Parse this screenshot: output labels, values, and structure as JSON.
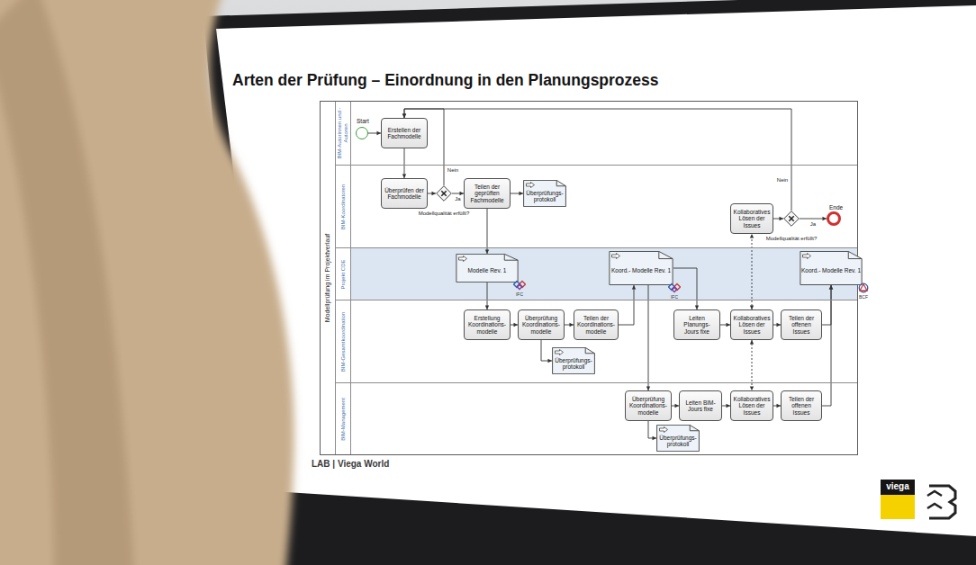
{
  "diagram": {
    "title": "Arten der Prüfung – Einordnung in den Planungsprozess",
    "nodes": [
      {
        "text": [
          "Modellprüfung im Projektverlauf"
        ]
      },
      {
        "text": [
          "BIM-Autorinnen und -Autoren"
        ],
        "in": 0
      },
      {
        "text": [
          "BIM-Koordinatoren"
        ],
        "in": 0
      },
      {
        "text": [
          "Projekt CDE"
        ],
        "in": 0
      },
      {
        "text": [
          "BIM-Gesamtkoordination"
        ],
        "in": 0
      },
      {
        "text": [
          "BIM-Management"
        ],
        "in": 0
      },
      {
        "text": [
          "Start"
        ],
        "in": 1
      },
      {
        "text": [
          "Erstellen der Fachmodelle"
        ],
        "in": 1
      },
      {
        "text": [
          "Überprüfen der Fachmodelle"
        ],
        "in": 2
      },
      {
        "text": [
          "Modellqualität erfüllt?"
        ],
        "in": 2
      },
      {
        "text": [
          "Teilen der geprüften Fachmodelle"
        ],
        "in": 2
      },
      {
        "text": [
          "Überprüfungs- protokoll"
        ],
        "in": 2
      },
      {
        "text": [
          "Kollaboratives Lösen der Issues"
        ],
        "in": 2
      },
      {
        "text": [
          "Modellqualität erfüllt?"
        ],
        "in": 2
      },
      {
        "text": [
          "Ende"
        ],
        "in": 2
      },
      {
        "text": [
          "Modelle Rev. 1"
        ],
        "in": 3
      },
      {
        "text": [
          "Koord.- Modelle Rev. 1"
        ],
        "in": 3
      },
      {
        "text": [
          "Koord.- Modelle Rev. 1"
        ],
        "in": 3
      },
      {
        "text": [
          "Erstellung Koordinations- modelle"
        ],
        "in": 4
      },
      {
        "text": [
          "Überprüfung Koordinations- modelle"
        ],
        "in": 4
      },
      {
        "text": [
          "Überprüfungs- protokoll"
        ],
        "in": 4
      },
      {
        "text": [
          "Teilen der Koordinations- modelle"
        ],
        "in": 4
      },
      {
        "text": [
          "Leiten Planungs- Jours fixe"
        ],
        "in": 4
      },
      {
        "text": [
          "Kollaboratives Lösen der Issues"
        ],
        "in": 4
      },
      {
        "text": [
          "Teilen der offenen Issues"
        ],
        "in": 4
      },
      {
        "text": [
          "Überprüfung Koordinations- modelle"
        ],
        "in": 5
      },
      {
        "text": [
          "Überprüfungs- protokoll"
        ],
        "in": 5
      },
      {
        "text": [
          "Leiten BIM- Jours fixe"
        ],
        "in": 5
      },
      {
        "text": [
          "Kollaboratives Lösen der Issues"
        ],
        "in": 5
      },
      {
        "text": [
          "Teilen der offenen Issues"
        ],
        "in": 5
      }
    ],
    "edges": [
      {
        "from": 6,
        "to": 7,
        "arrow": "to"
      },
      {
        "from": 7,
        "to": 8,
        "arrow": "to"
      },
      {
        "from": 8,
        "to": 9,
        "arrow": "to"
      },
      {
        "from": 9,
        "to": 10,
        "label": "Ja",
        "arrow": "to"
      },
      {
        "from": 9,
        "to": 7,
        "label": "Nein",
        "arrow": "to"
      },
      {
        "from": 13,
        "to": 7,
        "label": "Nein",
        "arrow": "to"
      },
      {
        "from": 10,
        "to": 11,
        "arrow": "to"
      },
      {
        "from": 10,
        "to": 15,
        "arrow": "to"
      },
      {
        "from": 15,
        "to": 18,
        "arrow": "to"
      },
      {
        "from": 18,
        "to": 19,
        "arrow": "to"
      },
      {
        "from": 19,
        "to": 20,
        "arrow": "to"
      },
      {
        "from": 19,
        "to": 21,
        "arrow": "to"
      },
      {
        "from": 21,
        "to": 16,
        "arrow": "to"
      },
      {
        "from": 16,
        "to": 22,
        "arrow": "to"
      },
      {
        "from": 16,
        "to": 25,
        "arrow": "to"
      },
      {
        "from": 25,
        "to": 26,
        "arrow": "to"
      },
      {
        "from": 25,
        "to": 27,
        "arrow": "to"
      },
      {
        "from": 22,
        "to": 23,
        "arrow": "to"
      },
      {
        "from": 23,
        "to": 24,
        "arrow": "to"
      },
      {
        "from": 27,
        "to": 28,
        "arrow": "to"
      },
      {
        "from": 28,
        "to": 29,
        "arrow": "to"
      },
      {
        "from": 23,
        "to": 12,
        "arrow": "both"
      },
      {
        "from": 23,
        "to": 28,
        "arrow": "both"
      },
      {
        "from": 24,
        "to": 17,
        "arrow": "to"
      },
      {
        "from": 29,
        "to": 17,
        "arrow": "to"
      },
      {
        "from": 12,
        "to": 13,
        "arrow": "to"
      },
      {
        "from": 13,
        "to": 14,
        "label": "Ja",
        "arrow": "to"
      }
    ],
    "labels": [
      "IFC",
      "IFC",
      "BCF",
      "LAB | Viega World",
      "viega"
    ]
  }
}
